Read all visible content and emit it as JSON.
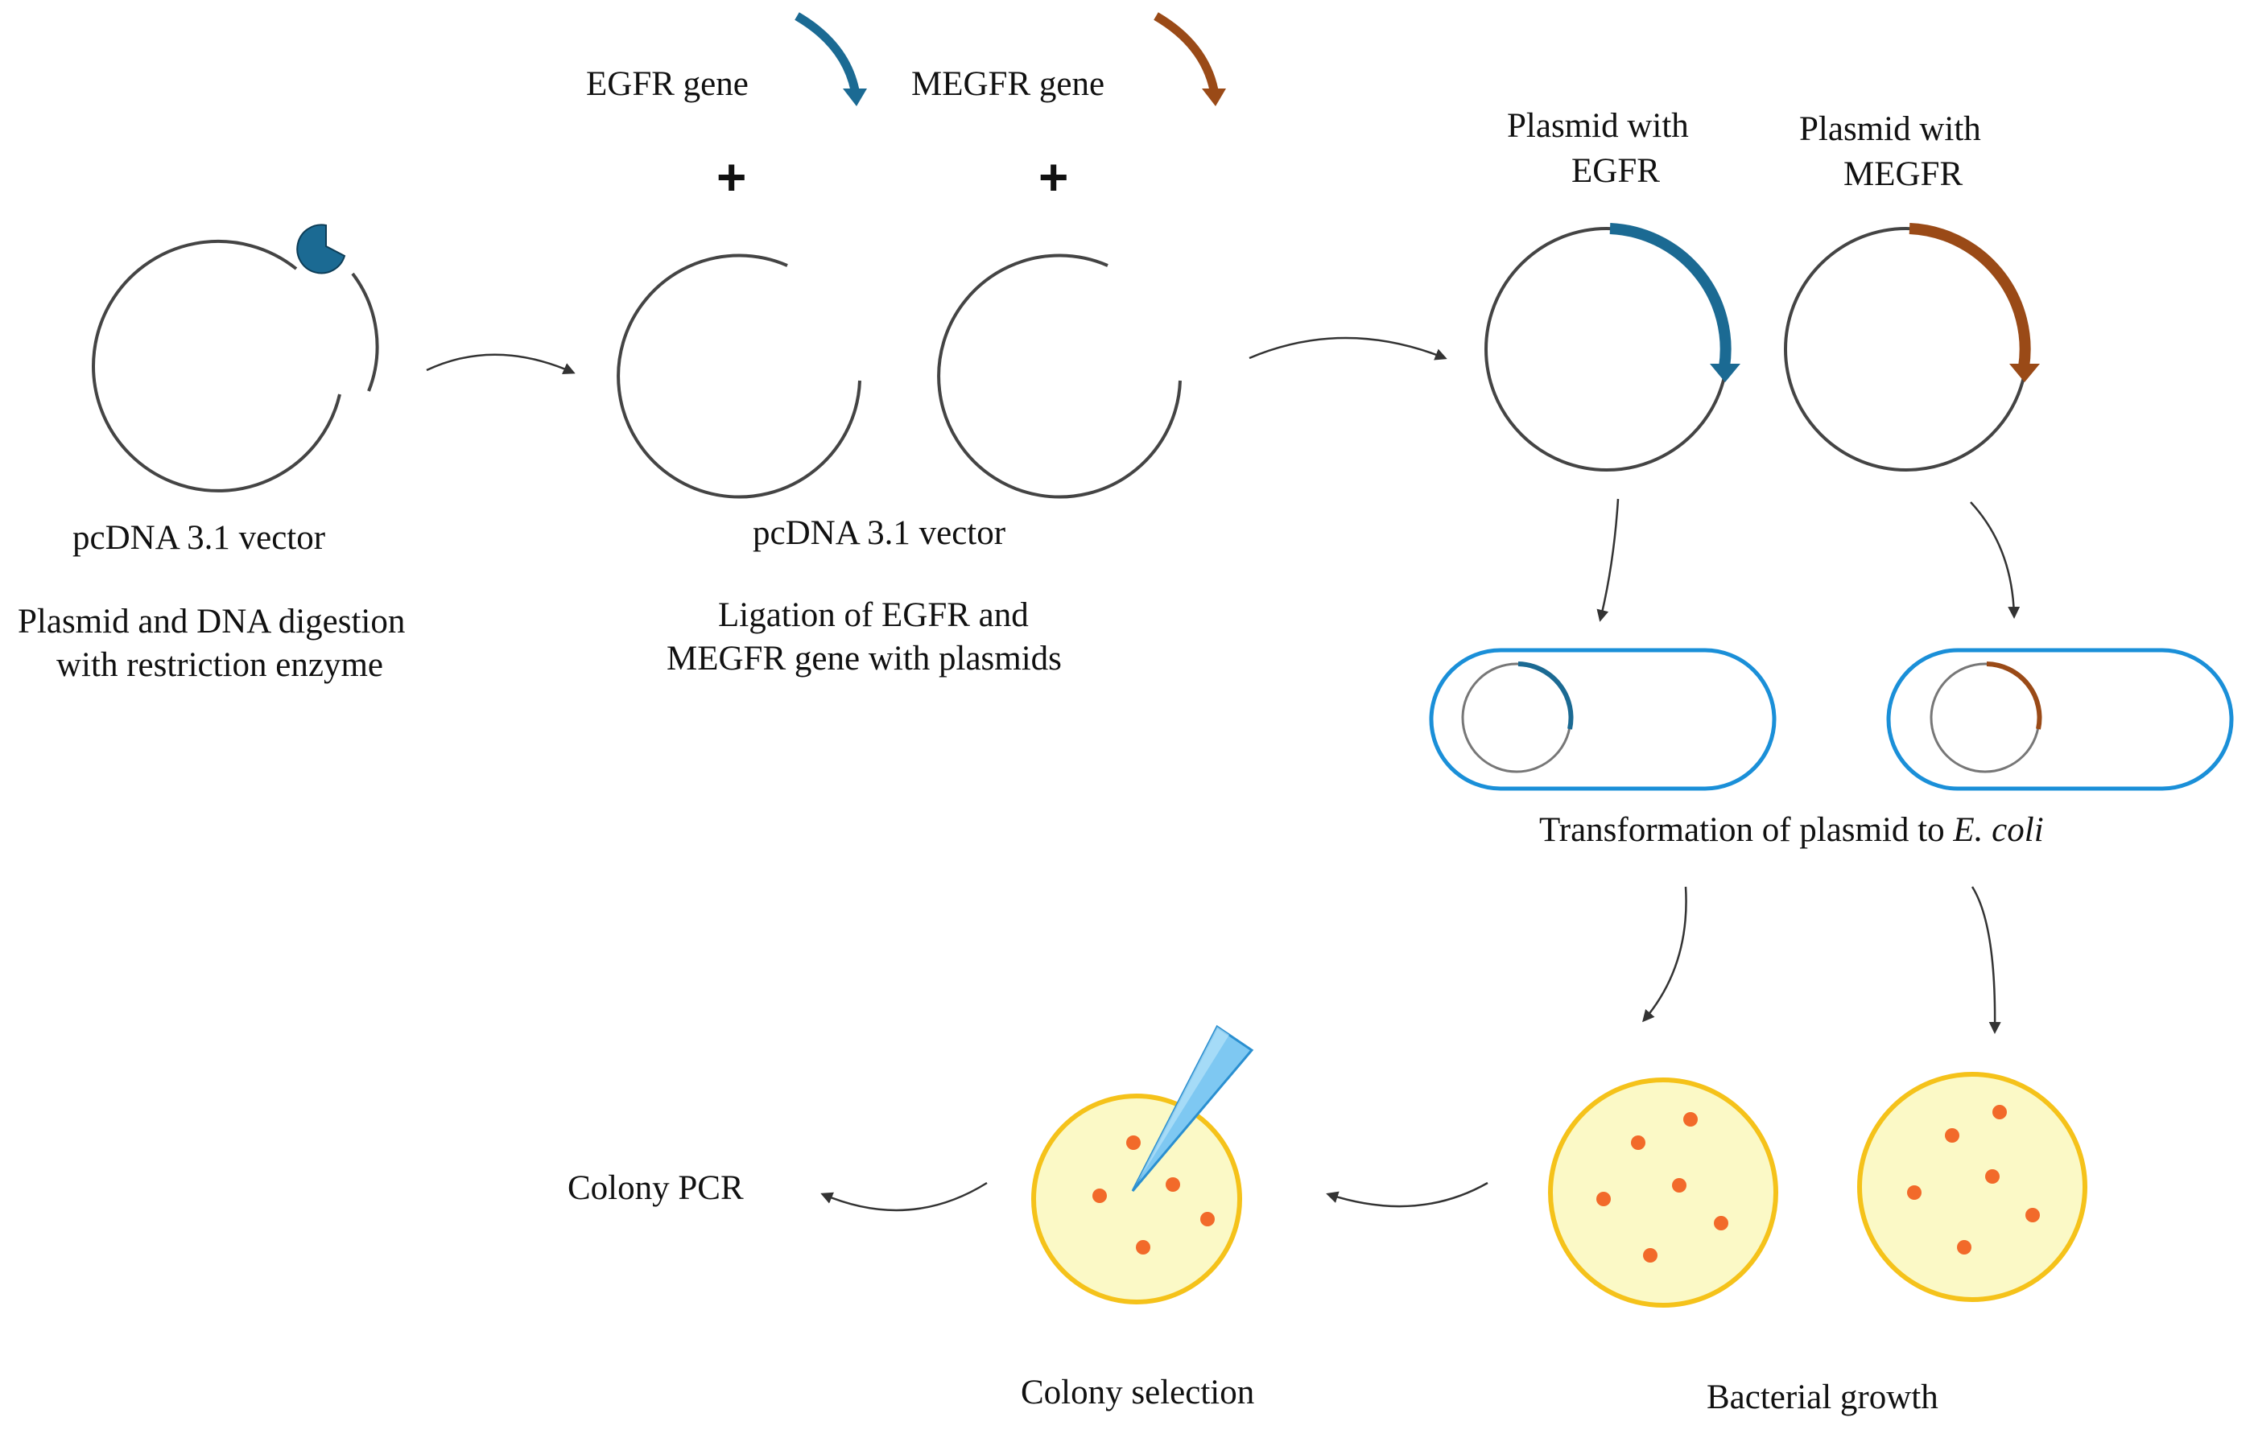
{
  "colors": {
    "egfr": "#1b6a93",
    "megfr": "#9a4a17",
    "cell_outline": "#1a8fd8",
    "plate_fill": "#fbf9c6",
    "plate_outline": "#f5c21a",
    "colony": "#f26a2a",
    "pipette_tip": "#7ec8f2"
  },
  "genes": {
    "egfr_label": "EGFR gene",
    "megfr_label": "MEGFR gene",
    "plus": "+"
  },
  "step1": {
    "vector_label": "pcDNA 3.1 vector",
    "desc_line1": "Plasmid and DNA digestion",
    "desc_line2": "with restriction enzyme",
    "enzyme_icon": "restriction-enzyme-pacman-icon"
  },
  "step2": {
    "vector_label": "pcDNA 3.1 vector",
    "desc_line1": "Ligation of EGFR and",
    "desc_line2": "MEGFR gene with plasmids"
  },
  "step3": {
    "egfr_plasmid_line1": "Plasmid with",
    "egfr_plasmid_line2": "EGFR",
    "megfr_plasmid_line1": "Plasmid with",
    "megfr_plasmid_line2": "MEGFR"
  },
  "step4": {
    "desc": "Transformation of plasmid to ",
    "organism": "E. coli"
  },
  "step5": {
    "desc": "Bacterial growth"
  },
  "step6": {
    "desc": "Colony selection"
  },
  "step7": {
    "desc": "Colony PCR"
  }
}
